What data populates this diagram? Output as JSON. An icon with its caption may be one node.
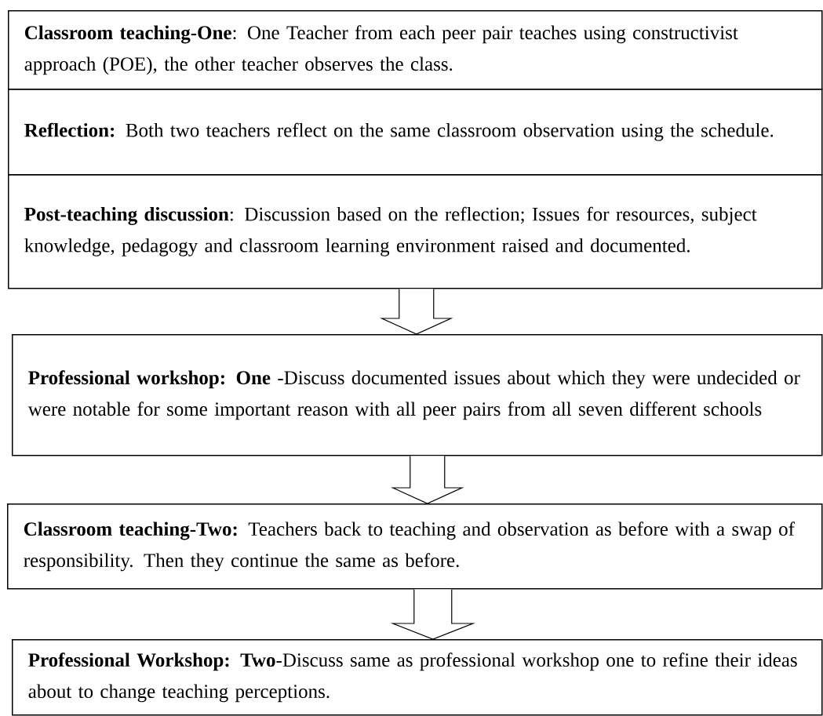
{
  "diagram": {
    "nodes": [
      {
        "text": [
          "**Classroom teaching-One**: One Teacher from each peer pair teaches using constructivist approach (POE), the other teacher observes the class."
        ]
      },
      {
        "text": [
          "**Reflection:** Both two teachers reflect on the same classroom observation using the schedule."
        ]
      },
      {
        "text": [
          "**Post-teaching discussion**: Discussion based on the reflection; Issues for resources, subject knowledge, pedagogy and classroom learning environment raised and documented."
        ]
      },
      {
        "text": [
          "**Professional workshop: One** -Discuss documented issues about which they were undecided or were notable for some important reason with all peer pairs from all seven different schools"
        ]
      },
      {
        "text": [
          "**Classroom teaching-Two:** Teachers back to teaching and observation as before with a swap of responsibility. Then they continue the same as before."
        ]
      },
      {
        "text": [
          "**Professional Workshop: Two**-Discuss same as professional workshop one to refine their ideas about to change teaching perceptions."
        ]
      }
    ],
    "edges": [
      {
        "from": 2,
        "to": 3,
        "arrow": "to"
      },
      {
        "from": 3,
        "to": 4,
        "arrow": "to"
      },
      {
        "from": 4,
        "to": 5,
        "arrow": "to"
      }
    ]
  }
}
